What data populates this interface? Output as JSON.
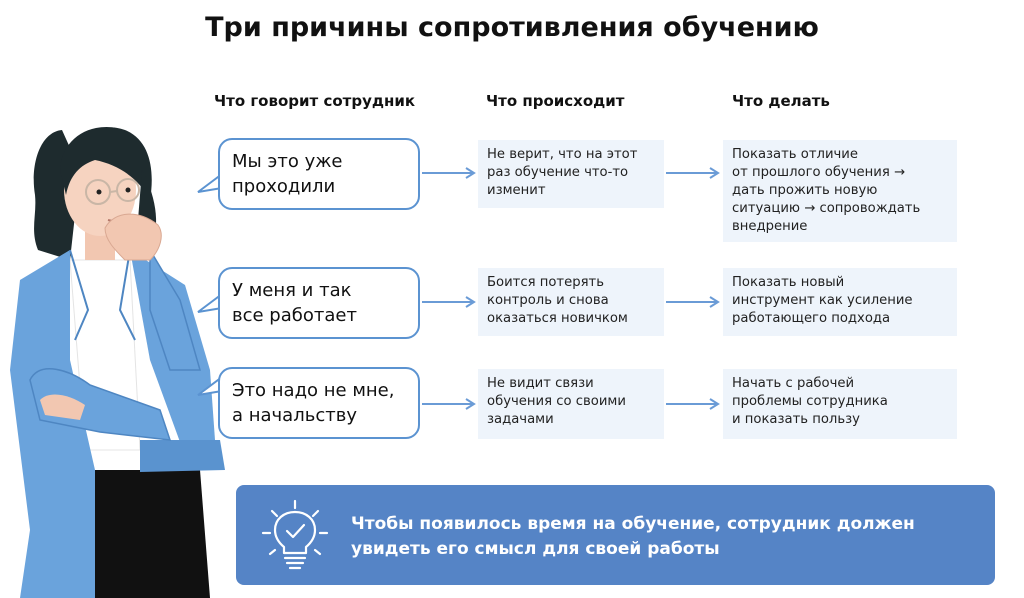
{
  "title": "Три причины сопротивления обучению",
  "columns": [
    "Что говорит сотрудник",
    "Что происходит",
    "Что делать"
  ],
  "rows": [
    {
      "says": [
        "Мы это уже",
        "проходили"
      ],
      "happens": [
        "Не верит, что на этот",
        "раз обучение что-то",
        "изменит"
      ],
      "todo": [
        "Показать отличие",
        "от прошлого обучения →",
        "дать прожить новую",
        "ситуацию → сопровождать",
        "внедрение"
      ]
    },
    {
      "says": [
        "У меня и так",
        "все работает"
      ],
      "happens": [
        "Боится потерять",
        "контроль и снова",
        "оказаться новичком"
      ],
      "todo": [
        "Показать новый",
        "инструмент как усиление",
        "работающего подхода"
      ]
    },
    {
      "says": [
        "Это надо не мне,",
        "а начальству"
      ],
      "happens": [
        "Не видит связи",
        "обучения со своими",
        "задачами"
      ],
      "todo": [
        "Начать с рабочей",
        "проблемы сотрудника",
        "и показать пользу"
      ]
    }
  ],
  "banner": [
    "Чтобы появилось время на обучение, сотрудник должен",
    "увидеть его смысл для своей работы"
  ],
  "colors": {
    "accent_blue": "#5584c6",
    "bubble_border": "#5b93d1",
    "box_bg": "#eef4fb",
    "arrow": "#6a9bd6",
    "jacket": "#6aa3dc"
  },
  "icons": [
    "lightbulb-check-icon"
  ]
}
